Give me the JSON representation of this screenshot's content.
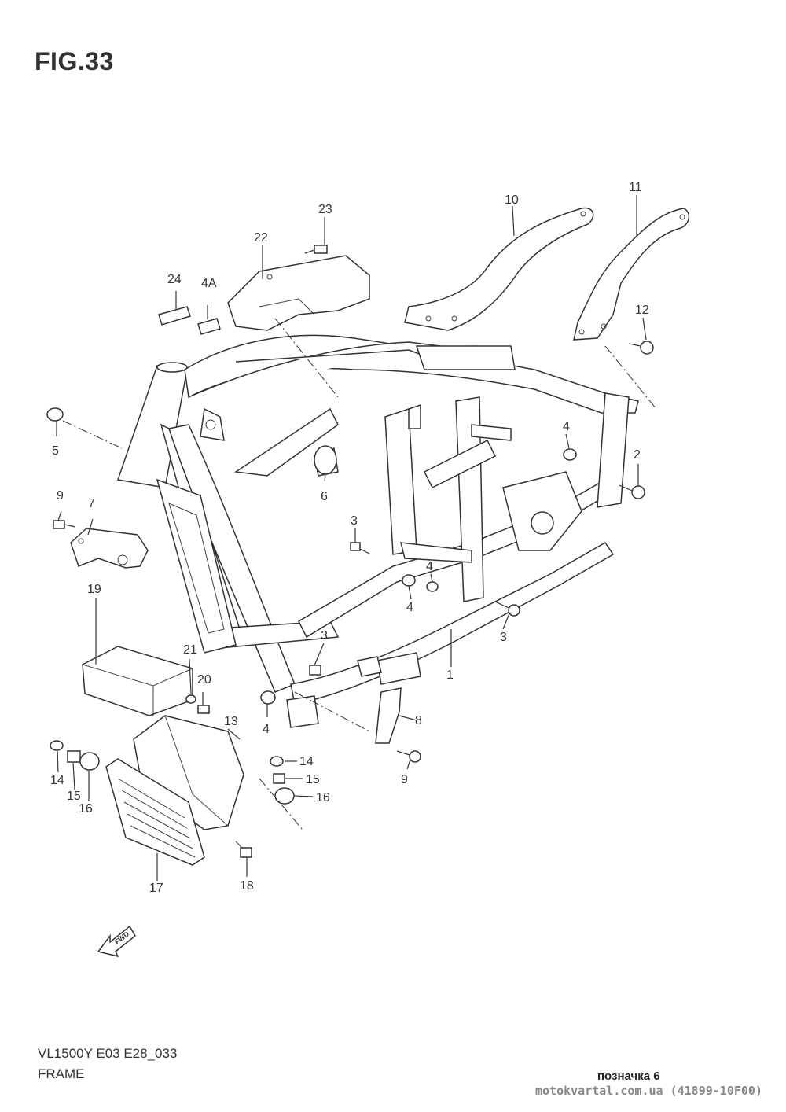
{
  "figure": {
    "title": "FIG.33",
    "model": "VL1500Y E03 E28_033",
    "section": "FRAME",
    "bookmark": "позначка 6",
    "source": "motokvartal.com.ua (41899-10F00)"
  },
  "fwd_label": "FWD",
  "callouts": [
    {
      "id": "c1",
      "text": "1"
    },
    {
      "id": "c2",
      "text": "2"
    },
    {
      "id": "c3a",
      "text": "3"
    },
    {
      "id": "c3b",
      "text": "3"
    },
    {
      "id": "c3c",
      "text": "3"
    },
    {
      "id": "c4a",
      "text": "4"
    },
    {
      "id": "c4b",
      "text": "4"
    },
    {
      "id": "c4c",
      "text": "4"
    },
    {
      "id": "c4d",
      "text": "4"
    },
    {
      "id": "c4A",
      "text": "4A"
    },
    {
      "id": "c5",
      "text": "5"
    },
    {
      "id": "c6",
      "text": "6"
    },
    {
      "id": "c7",
      "text": "7"
    },
    {
      "id": "c8",
      "text": "8"
    },
    {
      "id": "c9a",
      "text": "9"
    },
    {
      "id": "c9b",
      "text": "9"
    },
    {
      "id": "c10",
      "text": "10"
    },
    {
      "id": "c11",
      "text": "11"
    },
    {
      "id": "c12",
      "text": "12"
    },
    {
      "id": "c13",
      "text": "13"
    },
    {
      "id": "c14a",
      "text": "14"
    },
    {
      "id": "c14b",
      "text": "14"
    },
    {
      "id": "c15a",
      "text": "15"
    },
    {
      "id": "c15b",
      "text": "15"
    },
    {
      "id": "c16a",
      "text": "16"
    },
    {
      "id": "c16b",
      "text": "16"
    },
    {
      "id": "c17",
      "text": "17"
    },
    {
      "id": "c18",
      "text": "18"
    },
    {
      "id": "c19",
      "text": "19"
    },
    {
      "id": "c20",
      "text": "20"
    },
    {
      "id": "c21",
      "text": "21"
    },
    {
      "id": "c22",
      "text": "22"
    },
    {
      "id": "c23",
      "text": "23"
    },
    {
      "id": "c24",
      "text": "24"
    }
  ]
}
